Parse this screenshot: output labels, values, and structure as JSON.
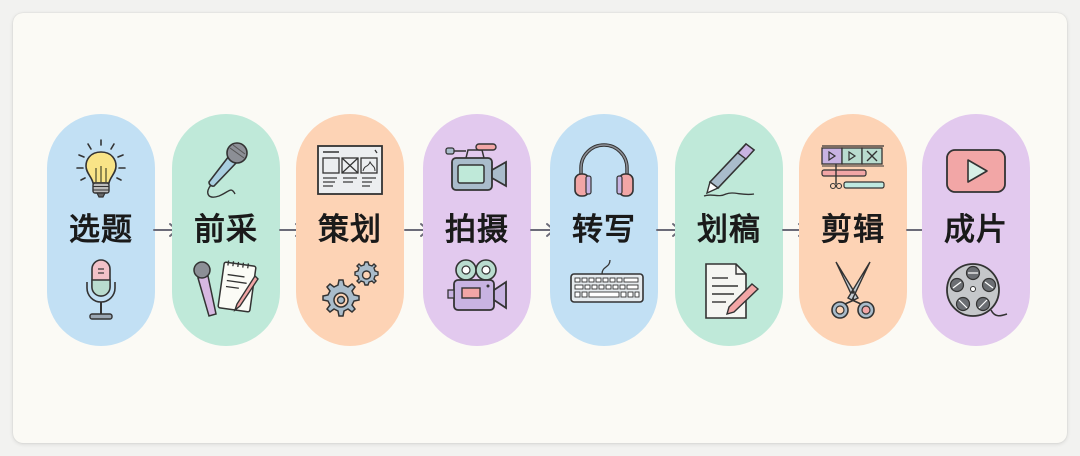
{
  "diagram": {
    "type": "process-flow",
    "direction": "left-to-right",
    "steps": [
      {
        "label": "选题",
        "color": "#c2e0f4",
        "icon_top": "lightbulb-icon",
        "icon_bottom": "podcast-microphone-icon"
      },
      {
        "label": "前采",
        "color": "#bfe9d9",
        "icon_top": "handheld-microphone-icon",
        "icon_bottom": "microphone-and-notepad-icon"
      },
      {
        "label": "策划",
        "color": "#fdd3b5",
        "icon_top": "wireframe-storyboard-icon",
        "icon_bottom": "gears-icon"
      },
      {
        "label": "拍摄",
        "color": "#e2c9ee",
        "icon_top": "camcorder-icon",
        "icon_bottom": "film-camera-icon"
      },
      {
        "label": "转写",
        "color": "#c2e0f4",
        "icon_top": "headphones-icon",
        "icon_bottom": "keyboard-icon"
      },
      {
        "label": "划稿",
        "color": "#bfe9d9",
        "icon_top": "pen-icon",
        "icon_bottom": "document-with-pencil-icon"
      },
      {
        "label": "剪辑",
        "color": "#fdd3b5",
        "icon_top": "video-timeline-icon",
        "icon_bottom": "scissors-icon"
      },
      {
        "label": "成片",
        "color": "#e2c9ee",
        "icon_top": "play-button-icon",
        "icon_bottom": "film-reel-icon"
      }
    ],
    "connector": "arrow-right",
    "connector_color": "#6b6b78"
  }
}
